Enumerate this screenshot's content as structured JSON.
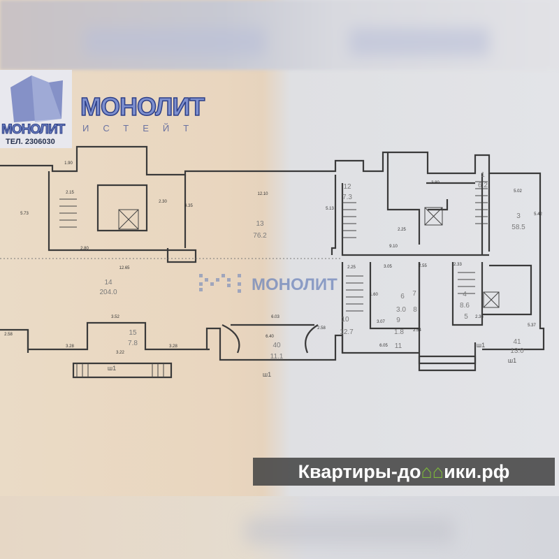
{
  "watermarks": {
    "brand": "МОНОЛИТ",
    "brand_sub": "ИСТЕЙТ",
    "logo_small": "МОНОЛИТ",
    "phone": "ТЕЛ. 2306030",
    "center": "МОНОЛИТ",
    "banner_left": "Квартиры-до",
    "banner_icon": "house-icon",
    "banner_right": "ики.рф"
  },
  "rooms": [
    {
      "num": "13",
      "area": "76.2"
    },
    {
      "num": "14",
      "area": "204.0"
    },
    {
      "num": "15",
      "area": "7.8"
    },
    {
      "num": "12",
      "area": "7.3"
    },
    {
      "num": "10",
      "area": "12.7"
    },
    {
      "num": "6",
      "area": "3.0"
    },
    {
      "num": "9",
      "area": "1.8"
    },
    {
      "num": "40",
      "area": "11.1"
    },
    {
      "num": "3",
      "area": "58.5"
    },
    {
      "num": "4",
      "area": "8.6"
    },
    {
      "num": "41",
      "area": "13.0"
    },
    {
      "num": "1",
      "area": "6.2"
    }
  ],
  "room_labels_no_area": [
    "7",
    "8",
    "11",
    "5"
  ],
  "dimensions": [
    "12.10",
    "12.65",
    "2.80",
    "2.30",
    "1.90",
    "2.15",
    "5.73",
    "9.10",
    "6.03",
    "6.40",
    "6.05",
    "3.05",
    "2.55",
    "2.33",
    "3.80",
    "5.02",
    "3.52",
    "3.22",
    "3.28",
    "3.28",
    "2.58",
    "2.58",
    "2.25",
    "2.25",
    "1.60",
    "3.07",
    "2.54",
    "2.36",
    "5.37",
    "4.35",
    "5.13",
    "5.42"
  ],
  "entrance_marks": [
    "ш1",
    "ш1",
    "ш1",
    "ш1"
  ]
}
